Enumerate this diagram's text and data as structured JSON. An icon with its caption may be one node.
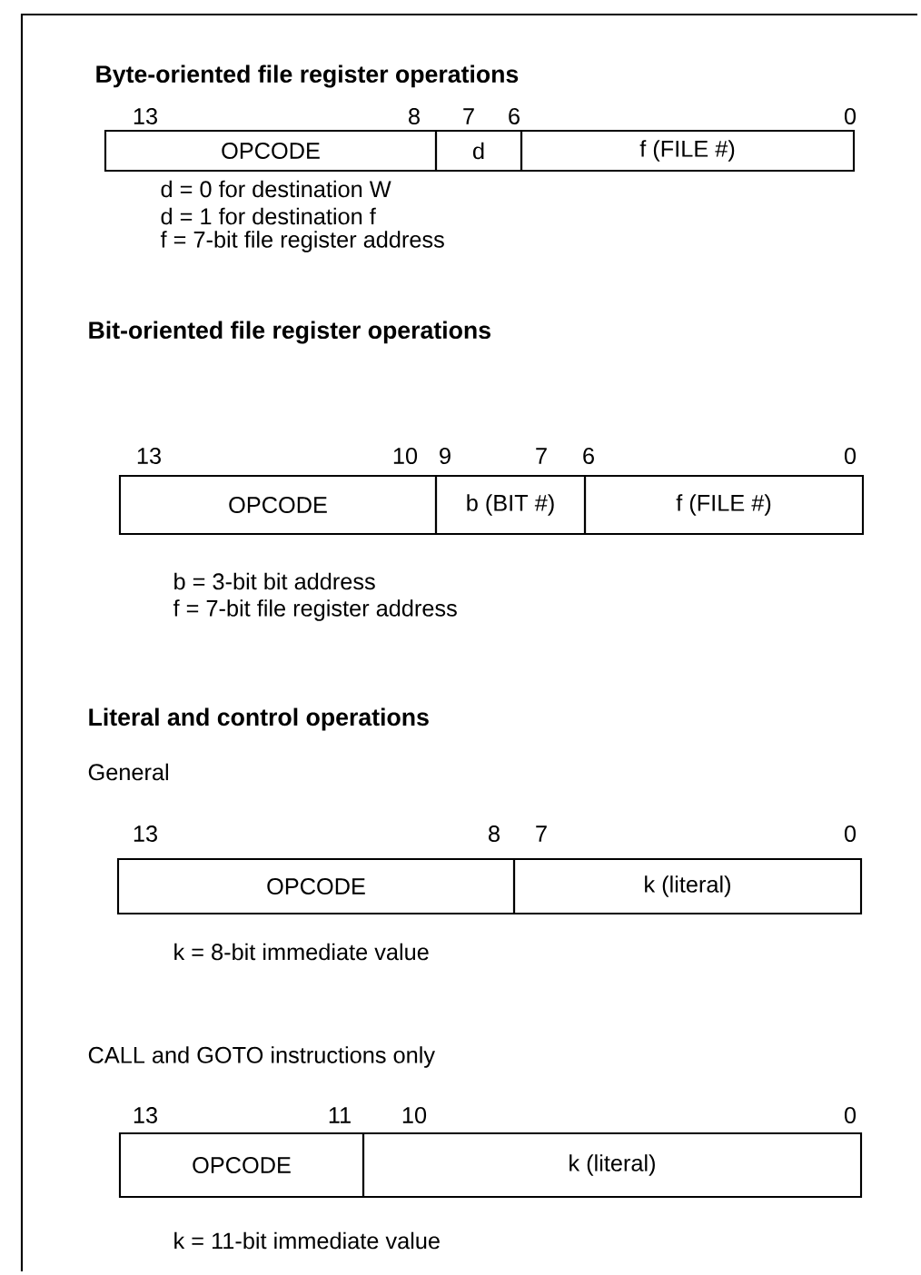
{
  "diagram": {
    "nodes": [
      {
        "text": [
          "OPCODE"
        ]
      },
      {
        "text": [
          "d"
        ]
      },
      {
        "text": [
          "f (FILE #)"
        ]
      },
      {
        "text": [
          "OPCODE"
        ]
      },
      {
        "text": [
          "b (BIT #)"
        ]
      },
      {
        "text": [
          "f (FILE #)"
        ]
      },
      {
        "text": [
          "OPCODE"
        ]
      },
      {
        "text": [
          "k (literal)"
        ]
      },
      {
        "text": [
          "OPCODE"
        ]
      },
      {
        "text": [
          "k (literal)"
        ]
      }
    ],
    "labels": [
      "Byte-oriented file register operations",
      "13",
      "8",
      "7",
      "6",
      "0",
      "d = 0 for destination W",
      "d = 1 for destination f",
      "f = 7-bit file register address",
      "Bit-oriented file register operations",
      "13",
      "10",
      "9",
      "7",
      "6",
      "0",
      "b = 3-bit bit address",
      "f = 7-bit file register address",
      "Literal and control operations",
      "General",
      "13",
      "8",
      "7",
      "0",
      "k = 8-bit immediate value",
      "CALL and GOTO instructions only",
      "13",
      "11",
      "10",
      "0",
      "k = 11-bit immediate value"
    ]
  }
}
